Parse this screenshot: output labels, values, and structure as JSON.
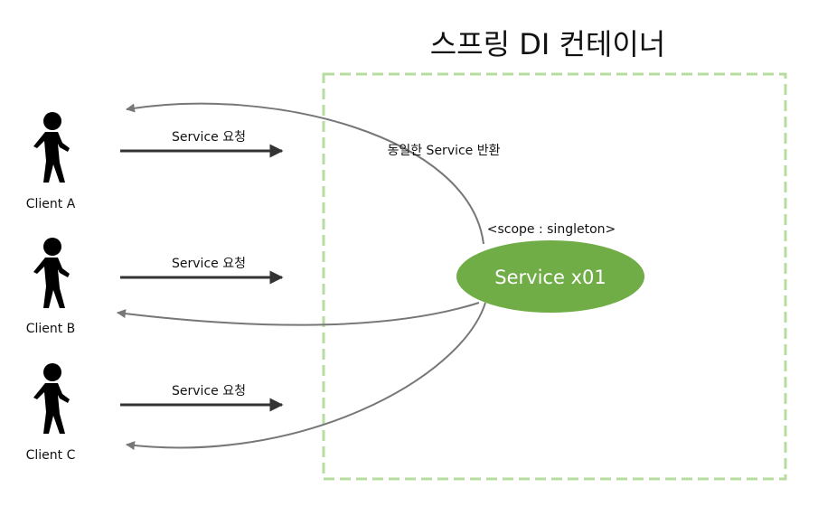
{
  "title": "스프링 DI 컨테이너",
  "container": {
    "border_color": "#b6dca0"
  },
  "service": {
    "label": "Service x01",
    "scope": "<scope : singleton>",
    "fill_color": "#70ad47"
  },
  "return_label": "동일한 Service 반환",
  "clients": [
    {
      "name": "Client A",
      "request_label": "Service 요청"
    },
    {
      "name": "Client B",
      "request_label": "Service 요청"
    },
    {
      "name": "Client C",
      "request_label": "Service 요청"
    }
  ],
  "colors": {
    "person": "#000000",
    "request_arrow": "#333333",
    "return_curve": "#777777"
  }
}
